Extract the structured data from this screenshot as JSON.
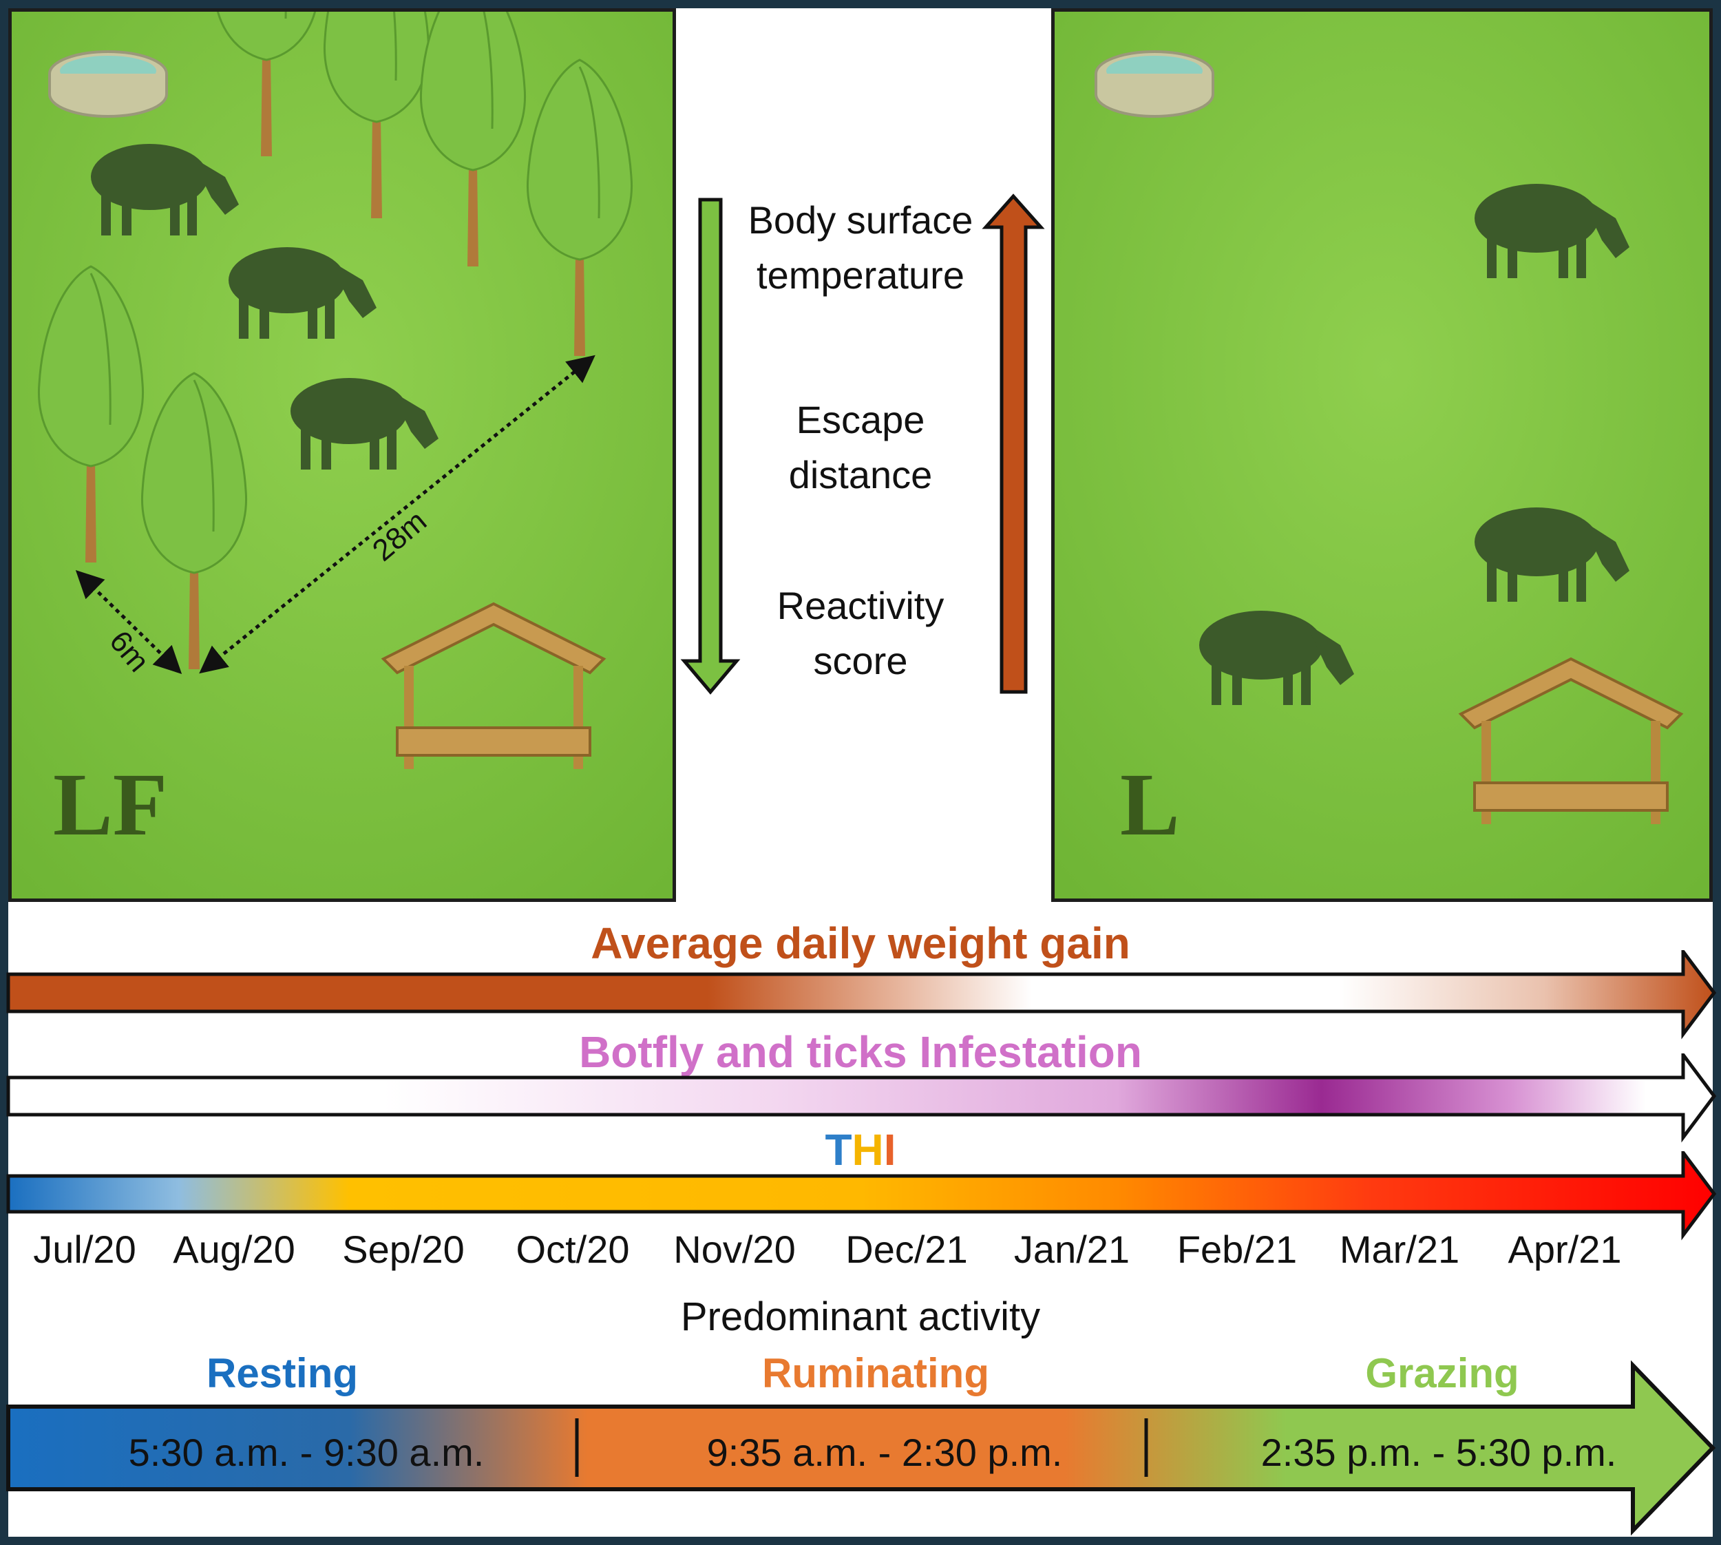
{
  "panels": {
    "left": {
      "label": "LF",
      "distance_short": "6m",
      "distance_long": "28m"
    },
    "right": {
      "label": "L"
    }
  },
  "middle": {
    "labels": [
      "Body surface temperature",
      "Escape distance",
      "Reactivity score"
    ],
    "label_lines": [
      [
        "Body surface",
        "temperature"
      ],
      [
        "Escape",
        "distance"
      ],
      [
        "Reactivity",
        "score"
      ]
    ],
    "down_arrow_color": "#7cc142",
    "up_arrow_color": "#c0501a"
  },
  "bars": {
    "adwg": {
      "title": "Average daily weight gain",
      "color": "#c0501a"
    },
    "botfly": {
      "title": "Botfly and ticks Infestation",
      "color": "#d070c8"
    },
    "thi": {
      "title_T": "T",
      "title_H": "H",
      "title_I": "I",
      "color_T": "#2e7fc9",
      "color_H": "#f5b400",
      "color_I": "#e8622a"
    }
  },
  "months": [
    "Jul/20",
    "Aug/20",
    "Sep/20",
    "Oct/20",
    "Nov/20",
    "Dec/21",
    "Jan/21",
    "Feb/21",
    "Mar/21",
    "Apr/21"
  ],
  "activity": {
    "heading": "Predominant activity",
    "phases": [
      {
        "name": "Resting",
        "time": "5:30 a.m. - 9:30 a.m.",
        "color": "#1a6fc0"
      },
      {
        "name": "Ruminating",
        "time": "9:35 a.m. - 2:30 p.m.",
        "color": "#e87a30"
      },
      {
        "name": "Grazing",
        "time": "2:35 p.m. - 5:30 p.m.",
        "color": "#8fc850"
      }
    ]
  }
}
